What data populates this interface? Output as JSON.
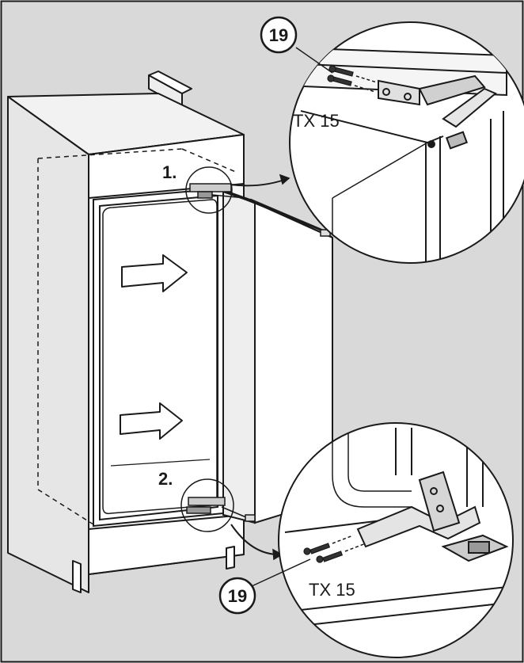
{
  "figure": {
    "background_color": "#d9d9d9",
    "line_color": "#1a1a1a",
    "panel_color": "#ffffff"
  },
  "steps": {
    "step1": "1.",
    "step2": "2."
  },
  "detail_top": {
    "callout": "19",
    "tool_label": "TX 15"
  },
  "detail_bottom": {
    "callout": "19",
    "tool_label": "TX 15"
  }
}
